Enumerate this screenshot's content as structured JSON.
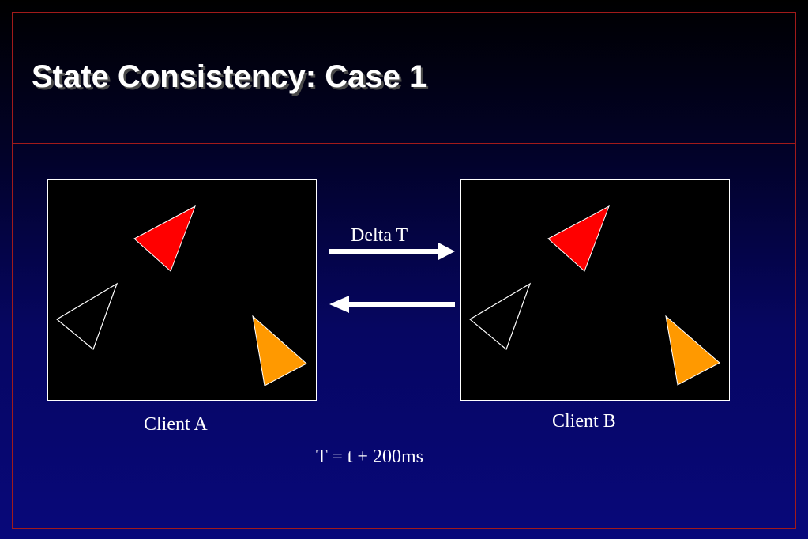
{
  "slide": {
    "title": "State Consistency: Case 1",
    "frame_color": "#a11a1a"
  },
  "diagram": {
    "clients": [
      {
        "id": "a",
        "label": "Client A"
      },
      {
        "id": "b",
        "label": "Client B"
      }
    ],
    "arrow_label": "Delta T",
    "time_label": "T = t + 200ms",
    "colors": {
      "red_triangle": "#ff0000",
      "orange_triangle": "#ff9900",
      "outline_triangle": "#ffffff",
      "arrow": "#ffffff"
    }
  }
}
